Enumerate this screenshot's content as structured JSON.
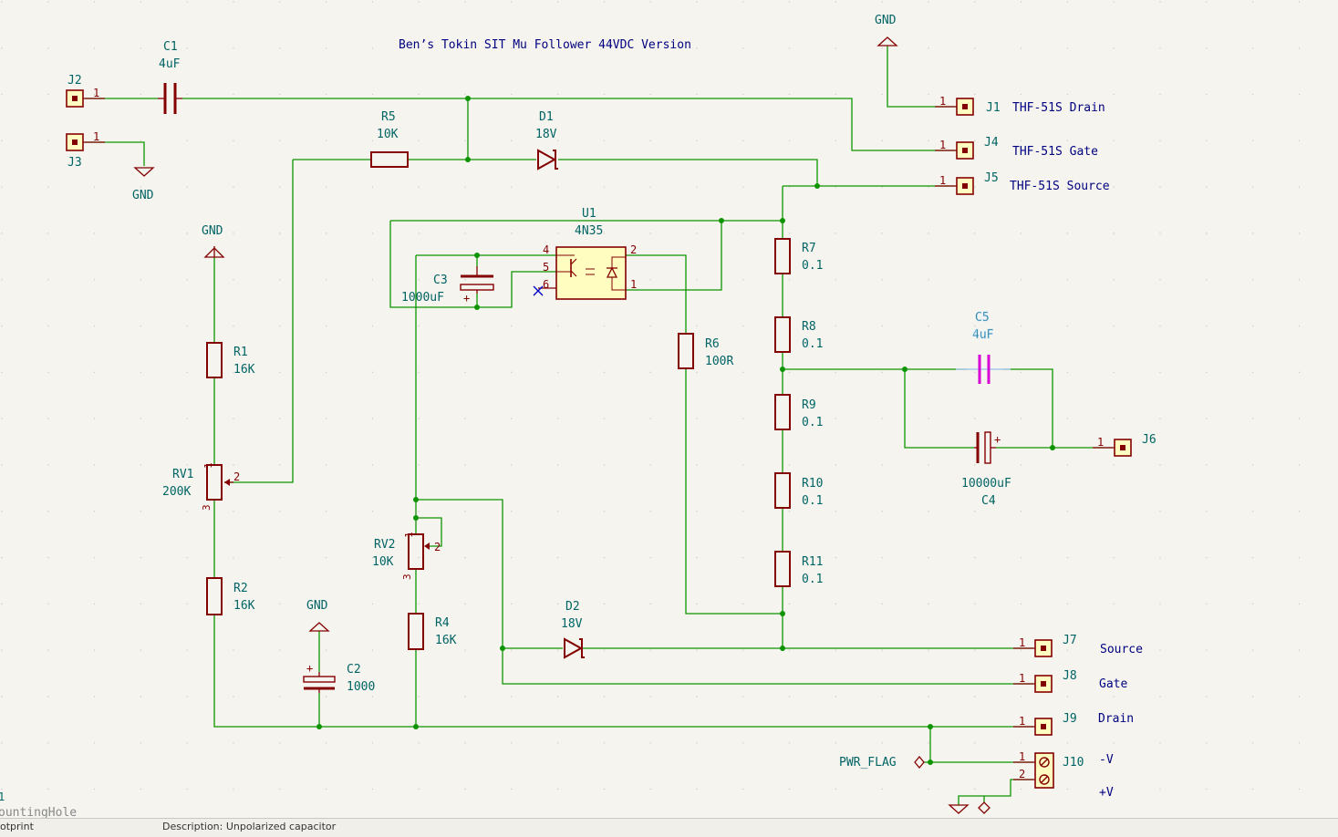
{
  "title": "Ben’s Tokin SIT Mu Follower 44VDC Version",
  "colors": {
    "wire": "#0d9400",
    "body": "#840000",
    "fill": "#fffdc0",
    "text": "#006464",
    "label": "#000080",
    "selected": "#d600d6",
    "background": "#f5f4ef"
  },
  "components": {
    "C1": {
      "ref": "C1",
      "value": "4uF"
    },
    "R5": {
      "ref": "R5",
      "value": "10K"
    },
    "D1": {
      "ref": "D1",
      "value": "18V"
    },
    "U1": {
      "ref": "U1",
      "value": "4N35"
    },
    "C3": {
      "ref": "C3",
      "value": "1000uF"
    },
    "R1": {
      "ref": "R1",
      "value": "16K"
    },
    "RV1": {
      "ref": "RV1",
      "value": "200K"
    },
    "R2": {
      "ref": "R2",
      "value": "16K"
    },
    "C2": {
      "ref": "C2",
      "value": "1000"
    },
    "RV2": {
      "ref": "RV2",
      "value": "10K"
    },
    "R4": {
      "ref": "R4",
      "value": "16K"
    },
    "R6": {
      "ref": "R6",
      "value": "100R"
    },
    "D2": {
      "ref": "D2",
      "value": "18V"
    },
    "R7": {
      "ref": "R7",
      "value": "0.1"
    },
    "R8": {
      "ref": "R8",
      "value": "0.1"
    },
    "R9": {
      "ref": "R9",
      "value": "0.1"
    },
    "R10": {
      "ref": "R10",
      "value": "0.1"
    },
    "R11": {
      "ref": "R11",
      "value": "0.1"
    },
    "C5": {
      "ref": "C5",
      "value": "4uF"
    },
    "C4": {
      "ref": "C4",
      "value": "10000uF"
    }
  },
  "connectors": {
    "J1": {
      "ref": "J1",
      "label": "THF-51S Drain"
    },
    "J2": {
      "ref": "J2"
    },
    "J3": {
      "ref": "J3"
    },
    "J4": {
      "ref": "J4",
      "label": "THF-51S Gate"
    },
    "J5": {
      "ref": "J5",
      "label": "THF-51S Source"
    },
    "J6": {
      "ref": "J6"
    },
    "J7": {
      "ref": "J7",
      "label": "Source"
    },
    "J8": {
      "ref": "J8",
      "label": "Gate"
    },
    "J9": {
      "ref": "J9",
      "label": "Drain"
    },
    "J10": {
      "ref": "J10",
      "label_neg": "-V",
      "label_pos": "+V"
    }
  },
  "pins": {
    "one": "1",
    "two": "2",
    "three": "3",
    "four": "4",
    "five": "5",
    "six": "6"
  },
  "power": {
    "gnd": "GND",
    "pwr_flag": "PWR_FLAG"
  },
  "statusbar": {
    "left_top": "1",
    "left_name": "ountingHole",
    "left_bottom": "otprint",
    "description": "Description: Unpolarized capacitor"
  }
}
